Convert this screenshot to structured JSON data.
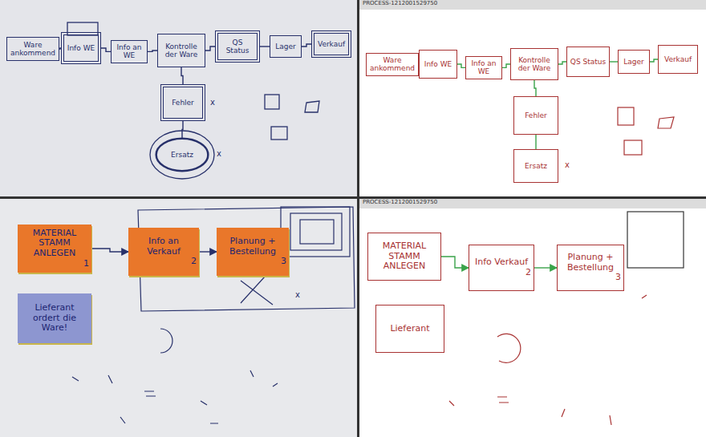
{
  "diagram": {
    "nodes": [
      {
        "text": [
          "Ware ankommend"
        ]
      },
      {
        "text": [
          "Info WE"
        ]
      },
      {
        "text": [
          "Info an WE"
        ]
      },
      {
        "text": [
          "Kontrolle der Ware"
        ]
      },
      {
        "text": [
          "QS Status"
        ]
      },
      {
        "text": [
          "Lager"
        ]
      },
      {
        "text": [
          "Verkauf"
        ]
      },
      {
        "text": [
          "Fehler"
        ]
      },
      {
        "text": [
          "Ersatz"
        ]
      },
      {
        "text": [
          "Ware ankommend"
        ]
      },
      {
        "text": [
          "Info WE"
        ]
      },
      {
        "text": [
          "Info an WE"
        ]
      },
      {
        "text": [
          "Kontrolle der Ware"
        ]
      },
      {
        "text": [
          "QS Status"
        ]
      },
      {
        "text": [
          "Lager"
        ]
      },
      {
        "text": [
          "Verkauf"
        ]
      },
      {
        "text": [
          "Fehler"
        ]
      },
      {
        "text": [
          "Ersatz"
        ]
      },
      {
        "text": [
          "MATERIAL STAMM ANLEGEN",
          "1"
        ]
      },
      {
        "text": [
          "Info an Verkauf",
          "2"
        ]
      },
      {
        "text": [
          "Planung + Bestellung",
          "3"
        ]
      },
      {
        "text": [
          "Lieferant ordert die Ware!"
        ]
      },
      {
        "text": [
          "MATERIAL STAMM ANLEGEN"
        ]
      },
      {
        "text": [
          "Info Verkauf",
          "2"
        ]
      },
      {
        "text": [
          "Planung + Bestellung",
          "3"
        ]
      },
      {
        "text": [
          "Lieferant"
        ]
      }
    ],
    "edges": [
      {
        "from": 0,
        "to": 1,
        "arrow": "none"
      },
      {
        "from": 1,
        "to": 2,
        "arrow": "none"
      },
      {
        "from": 2,
        "to": 3,
        "arrow": "none"
      },
      {
        "from": 3,
        "to": 4,
        "arrow": "none"
      },
      {
        "from": 4,
        "to": 5,
        "arrow": "none"
      },
      {
        "from": 5,
        "to": 6,
        "arrow": "none"
      },
      {
        "from": 3,
        "to": 7,
        "arrow": "none"
      },
      {
        "from": 7,
        "to": 8,
        "arrow": "none"
      },
      {
        "from": 9,
        "to": 10,
        "arrow": "none"
      },
      {
        "from": 10,
        "to": 11,
        "arrow": "none"
      },
      {
        "from": 11,
        "to": 12,
        "arrow": "none"
      },
      {
        "from": 12,
        "to": 13,
        "arrow": "none"
      },
      {
        "from": 13,
        "to": 14,
        "arrow": "none"
      },
      {
        "from": 14,
        "to": 15,
        "arrow": "none"
      },
      {
        "from": 12,
        "to": 16,
        "arrow": "none"
      },
      {
        "from": 16,
        "to": 17,
        "arrow": "none"
      },
      {
        "from": 18,
        "to": 19,
        "arrow": "to"
      },
      {
        "from": 19,
        "to": 20,
        "arrow": "to"
      },
      {
        "from": 22,
        "to": 23,
        "arrow": "to"
      },
      {
        "from": 23,
        "to": 24,
        "arrow": "to"
      }
    ],
    "labels": [
      "PROCESS-1212001529750",
      "PROCESS-1212001529750",
      "x",
      "x",
      "x",
      "x"
    ]
  }
}
